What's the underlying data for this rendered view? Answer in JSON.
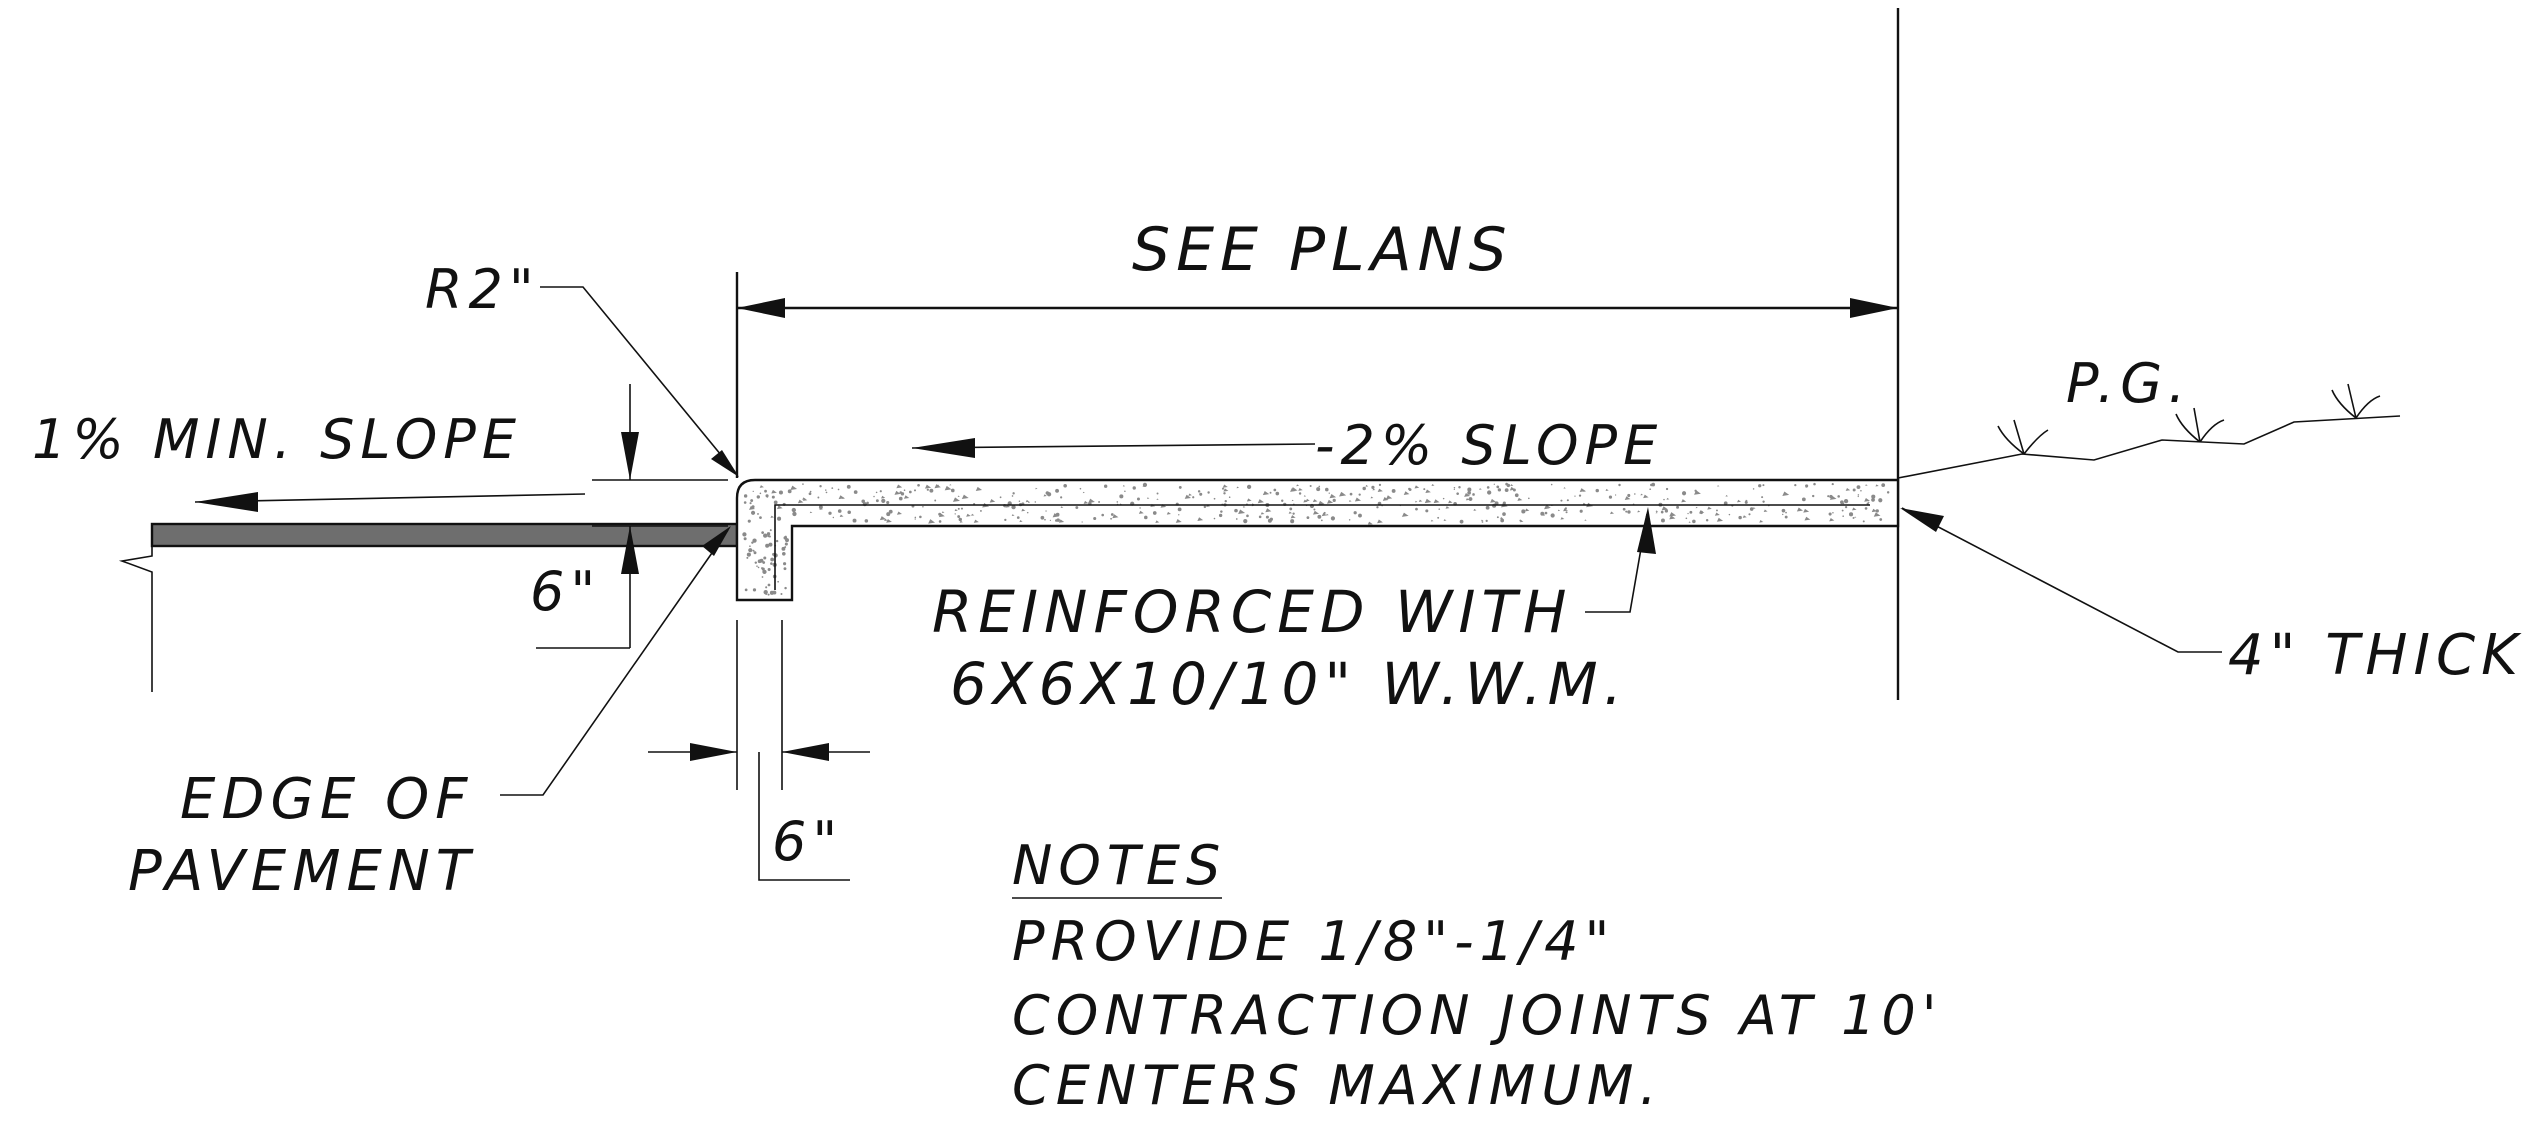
{
  "labels": {
    "see_plans": "SEE PLANS",
    "r2": "R2\"",
    "min_slope": "1% MIN. SLOPE",
    "neg_slope": "-2% SLOPE",
    "pg": "P.G.",
    "six_vertical": "6\"",
    "reinforced_line1": "REINFORCED WITH",
    "reinforced_line2": "6X6X10/10\" W.W.M.",
    "four_thick": "4\" THICK",
    "edge_line1": "EDGE OF",
    "edge_line2": "PAVEMENT",
    "six_horizontal": "6\""
  },
  "notes": {
    "heading": "NOTES",
    "lines": [
      "PROVIDE 1/8\"-1/4\"",
      "CONTRACTION JOINTS AT 10'",
      "CENTERS MAXIMUM."
    ]
  },
  "colors": {
    "line": "#111111",
    "pavement_fill": "#6e6e6e",
    "concrete_fill": "#ffffff",
    "aggregate": "#8a8a8a"
  }
}
